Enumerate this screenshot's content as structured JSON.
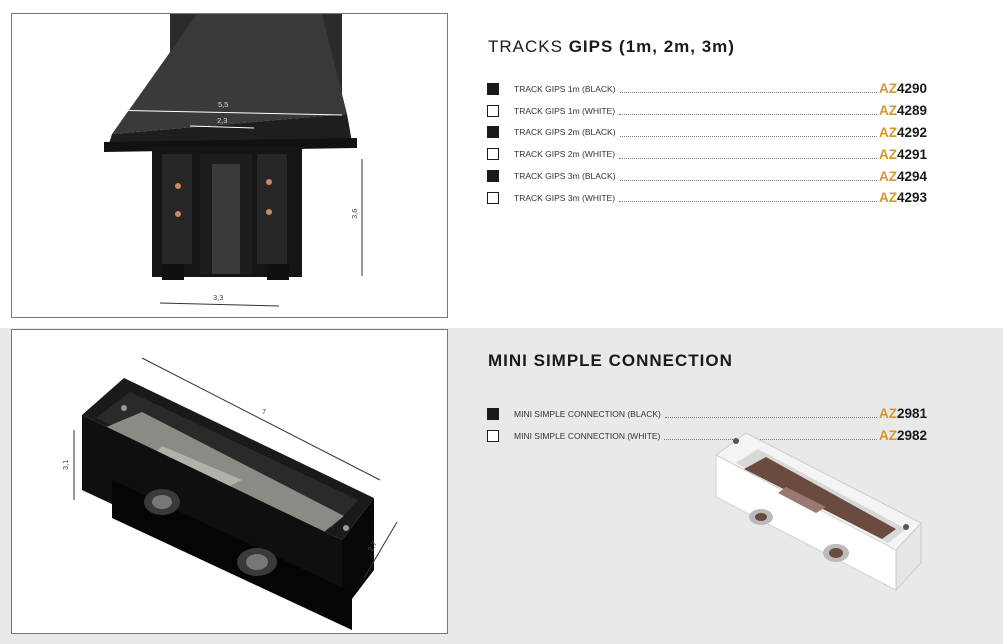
{
  "colors": {
    "accent": "#d6962a",
    "black_swatch": "#1a1a1a",
    "white_swatch": "#ffffff",
    "band": "#e9e9e9"
  },
  "section1": {
    "title_prefix": "TRACKS ",
    "title_main": "GIPS (1m, 2m, 3m)",
    "dimensions": {
      "width_top": "5,5",
      "inner": "2,3",
      "height": "3,6",
      "width_bottom": "3,3"
    },
    "items": [
      {
        "label": "TRACK GIPS 1m (BLACK)",
        "swatch": "black",
        "code_prefix": "AZ",
        "code_number": "4290"
      },
      {
        "label": "TRACK GIPS 1m (WHITE)",
        "swatch": "white",
        "code_prefix": "AZ",
        "code_number": "4289"
      },
      {
        "label": "TRACK GIPS 2m (BLACK)",
        "swatch": "black",
        "code_prefix": "AZ",
        "code_number": "4292"
      },
      {
        "label": "TRACK GIPS 2m (WHITE)",
        "swatch": "white",
        "code_prefix": "AZ",
        "code_number": "4291"
      },
      {
        "label": "TRACK GIPS 3m (BLACK)",
        "swatch": "black",
        "code_prefix": "AZ",
        "code_number": "4294"
      },
      {
        "label": "TRACK GIPS 3m (WHITE)",
        "swatch": "white",
        "code_prefix": "AZ",
        "code_number": "4293"
      }
    ]
  },
  "section2": {
    "title": "MINI SIMPLE CONNECTION",
    "dimensions": {
      "length": "7",
      "height": "3,1",
      "width": "2,7"
    },
    "items": [
      {
        "label": "MINI SIMPLE CONNECTION (BLACK)",
        "swatch": "black",
        "code_prefix": "AZ",
        "code_number": "2981"
      },
      {
        "label": "MINI SIMPLE CONNECTION (WHITE)",
        "swatch": "white",
        "code_prefix": "AZ",
        "code_number": "2982"
      }
    ]
  }
}
